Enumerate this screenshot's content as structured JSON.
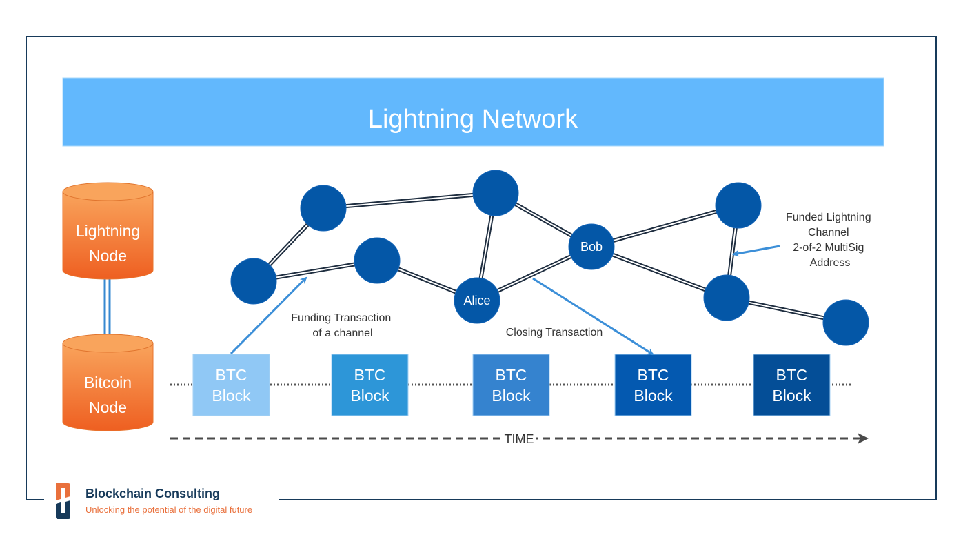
{
  "title": "Lightning Network",
  "colors": {
    "frame": "#173a5a",
    "banner": "#62b8fd",
    "node": "#0457a7",
    "cylinder_top": "#f9a45c",
    "cylinder_bottom": "#ee5f21",
    "pipe": "#3788d0",
    "arrow": "#3c8fd8",
    "channel_line": "#1f2e40",
    "timeline": "#4a4a4a",
    "logo_orange": "#e9703c",
    "logo_navy": "#173a5a"
  },
  "cylinders": [
    {
      "id": "lightning-node",
      "label_lines": [
        "Lightning",
        "Node"
      ]
    },
    {
      "id": "bitcoin-node",
      "label_lines": [
        "Bitcoin",
        "Node"
      ]
    }
  ],
  "network": {
    "nodes": [
      {
        "id": "n1",
        "label": ""
      },
      {
        "id": "n2",
        "label": ""
      },
      {
        "id": "n3",
        "label": ""
      },
      {
        "id": "n4",
        "label": ""
      },
      {
        "id": "alice",
        "label": "Alice"
      },
      {
        "id": "bob",
        "label": "Bob"
      },
      {
        "id": "n7",
        "label": ""
      },
      {
        "id": "n8",
        "label": ""
      },
      {
        "id": "n9",
        "label": ""
      }
    ],
    "channels": [
      [
        "n2",
        "n1"
      ],
      [
        "n1",
        "n4"
      ],
      [
        "n2",
        "n3"
      ],
      [
        "n3",
        "alice"
      ],
      [
        "n4",
        "alice"
      ],
      [
        "n4",
        "bob"
      ],
      [
        "alice",
        "bob"
      ],
      [
        "bob",
        "n7"
      ],
      [
        "bob",
        "n8"
      ],
      [
        "n7",
        "n8"
      ],
      [
        "n8",
        "n9"
      ]
    ]
  },
  "blocks": [
    {
      "label_lines": [
        "BTC",
        "Block"
      ],
      "color": "#90c8f5"
    },
    {
      "label_lines": [
        "BTC",
        "Block"
      ],
      "color": "#2d96d8"
    },
    {
      "label_lines": [
        "BTC",
        "Block"
      ],
      "color": "#3583cf"
    },
    {
      "label_lines": [
        "BTC",
        "Block"
      ],
      "color": "#0459b0"
    },
    {
      "label_lines": [
        "BTC",
        "Block"
      ],
      "color": "#044e97"
    }
  ],
  "annotations": {
    "funding": [
      "Funding Transaction",
      "of a channel"
    ],
    "closing": [
      "Closing Transaction"
    ],
    "channel": [
      "Funded Lightning",
      "Channel",
      "2-of-2 MultiSig",
      "Address"
    ]
  },
  "timeline_label": "TIME",
  "logo": {
    "name": "Blockchain Consulting",
    "tagline": "Unlocking the potential of the digital future"
  }
}
